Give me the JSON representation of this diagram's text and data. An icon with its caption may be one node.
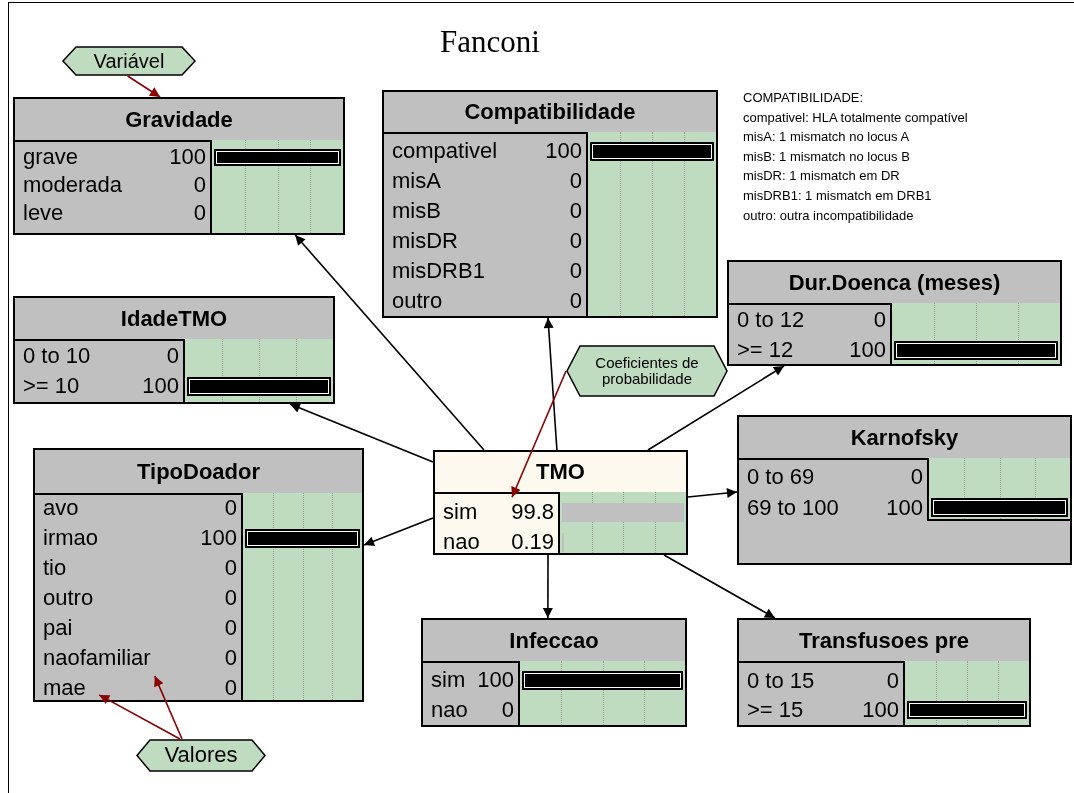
{
  "diagram": {
    "title": "Fanconi",
    "nodes": [
      {
        "text": [
          "Variável"
        ]
      },
      {
        "text": [
          "Gravidade",
          "grave",
          "100",
          "moderada",
          "0",
          "leve",
          "0"
        ]
      },
      {
        "text": [
          "Compatibilidade",
          "compativel",
          "100",
          "misA",
          "0",
          "misB",
          "0",
          "misDR",
          "0",
          "misDRB1",
          "0",
          "outro",
          "0"
        ]
      },
      {
        "text": [
          "IdadeTMO",
          "0 to 10",
          "0",
          ">= 10",
          "100"
        ]
      },
      {
        "text": [
          "Dur.Doenca (meses)",
          "0 to 12",
          "0",
          ">= 12",
          "100"
        ]
      },
      {
        "text": [
          "Coeficientes de probabilidade"
        ]
      },
      {
        "text": [
          "Karnofsky",
          "0 to 69",
          "0",
          "69 to 100",
          "100"
        ]
      },
      {
        "text": [
          "TipoDoador",
          "avo",
          "0",
          "irmao",
          "100",
          "tio",
          "0",
          "outro",
          "0",
          "pai",
          "0",
          "naofamiliar",
          "0",
          "mae",
          "0"
        ]
      },
      {
        "text": [
          "TMO",
          "sim",
          "99.8",
          "nao",
          "0.19"
        ]
      },
      {
        "text": [
          "Infeccao",
          "sim",
          "100",
          "nao",
          "0"
        ]
      },
      {
        "text": [
          "Transfusoes pre",
          "0 to 15",
          "0",
          ">= 15",
          "100"
        ]
      },
      {
        "text": [
          "Valores"
        ]
      }
    ],
    "edges": [
      {
        "from": 8,
        "to": 1,
        "arrow": "to"
      },
      {
        "from": 8,
        "to": 2,
        "arrow": "to"
      },
      {
        "from": 8,
        "to": 3,
        "arrow": "to"
      },
      {
        "from": 8,
        "to": 4,
        "arrow": "to"
      },
      {
        "from": 8,
        "to": 7,
        "arrow": "to"
      },
      {
        "from": 8,
        "to": 6,
        "arrow": "to"
      },
      {
        "from": 8,
        "to": 9,
        "arrow": "to"
      },
      {
        "from": 8,
        "to": 10,
        "arrow": "to"
      },
      {
        "from": 0,
        "to": 1,
        "arrow": "to",
        "color": "#8b0000"
      },
      {
        "from": 5,
        "to": 8,
        "arrow": "to",
        "color": "#8b0000"
      },
      {
        "from": 11,
        "to": 7,
        "arrow": "to",
        "color": "#8b0000"
      },
      {
        "from": 11,
        "to": 7,
        "arrow": "to",
        "color": "#8b0000"
      }
    ],
    "labels": [
      "COMPATIBILIDADE:",
      "compativel: HLA totalmente compatível",
      "misA: 1 mismatch no locus A",
      "misB: 1 mismatch no locus B",
      "misDR: 1 mismatch em DR",
      "misDRB1: 1 mismatch em DRB1",
      "outro: outra incompatibilidade"
    ]
  }
}
